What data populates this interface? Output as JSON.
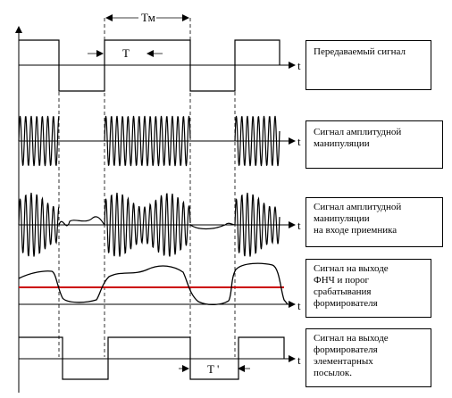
{
  "annotations": {
    "tm": "Тм",
    "t_period": "T",
    "t_prime": "T '"
  },
  "rows": [
    {
      "axis_label": "t",
      "caption": "Передаваемый сигнал"
    },
    {
      "axis_label": "t",
      "caption": "Сигнал амплитудной\nманипуляции"
    },
    {
      "axis_label": "t",
      "caption": "Сигнал амплитудной\nманипуляции\nна входе приемника"
    },
    {
      "axis_label": "t",
      "caption": "Сигнал на выходе\nФНЧ и порог\nсрабатывания\nформирователя"
    },
    {
      "axis_label": "t",
      "caption": "Сигнал на выходе\nформирователя\nэлементарных\nпосылок."
    }
  ],
  "colors": {
    "threshold_line": "#cc0000",
    "stroke": "#000000"
  }
}
